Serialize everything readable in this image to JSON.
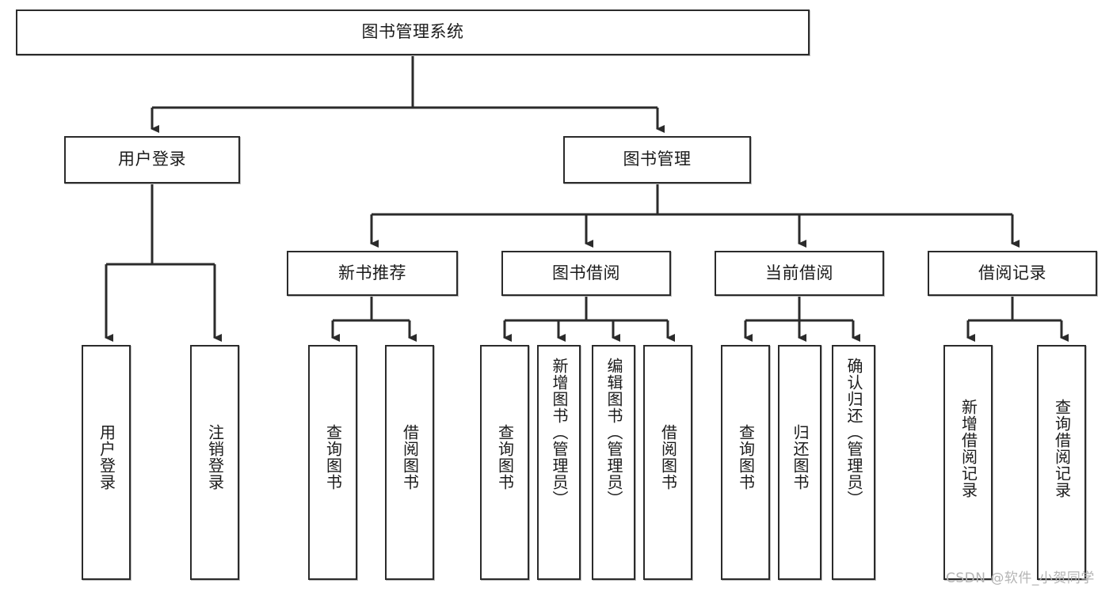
{
  "diagram": {
    "title": "图书管理系统",
    "type": "tree-hierarchy",
    "watermark": "CSDN @软件_小贺同学",
    "colors": {
      "box_border": "#2b2b2b",
      "box_fill": "#ffffff",
      "connector": "#2b2b2b",
      "text": "#1b1b1b",
      "watermark": "#b4b4b4",
      "background": "#ffffff"
    }
  },
  "nodes": {
    "root": {
      "label": "图书管理系统"
    },
    "level2": [
      {
        "id": "user-login",
        "label": "用户登录"
      },
      {
        "id": "book-manage",
        "label": "图书管理"
      }
    ],
    "level3": [
      {
        "id": "new-book-recommend",
        "label": "新书推荐"
      },
      {
        "id": "book-borrow",
        "label": "图书借阅"
      },
      {
        "id": "current-borrow",
        "label": "当前借阅"
      },
      {
        "id": "borrow-record",
        "label": "借阅记录"
      }
    ],
    "leaves": {
      "user-login": [
        {
          "id": "leaf-user-login",
          "label": "用户登录"
        },
        {
          "id": "leaf-logout",
          "label": "注销登录"
        }
      ],
      "new-book-recommend": [
        {
          "id": "leaf-query-book-1",
          "label": "查询图书"
        },
        {
          "id": "leaf-borrow-book-1",
          "label": "借阅图书"
        }
      ],
      "book-borrow": [
        {
          "id": "leaf-query-book-2",
          "label": "查询图书"
        },
        {
          "id": "leaf-add-book",
          "label": "新增图书（管理员）"
        },
        {
          "id": "leaf-edit-book",
          "label": "编辑图书（管理员）"
        },
        {
          "id": "leaf-borrow-book-2",
          "label": "借阅图书"
        }
      ],
      "current-borrow": [
        {
          "id": "leaf-query-book-3",
          "label": "查询图书"
        },
        {
          "id": "leaf-return-book",
          "label": "归还图书"
        },
        {
          "id": "leaf-confirm-return",
          "label": "确认归还（管理员）"
        }
      ],
      "borrow-record": [
        {
          "id": "leaf-add-record",
          "label": "新增借阅记录"
        },
        {
          "id": "leaf-query-record",
          "label": "查询借阅记录"
        }
      ]
    }
  },
  "chart_data": {
    "type": "tree",
    "title": "图书管理系统",
    "root": "图书管理系统",
    "edges": [
      [
        "图书管理系统",
        "用户登录"
      ],
      [
        "图书管理系统",
        "图书管理"
      ],
      [
        "用户登录",
        "用户登录"
      ],
      [
        "用户登录",
        "注销登录"
      ],
      [
        "图书管理",
        "新书推荐"
      ],
      [
        "图书管理",
        "图书借阅"
      ],
      [
        "图书管理",
        "当前借阅"
      ],
      [
        "图书管理",
        "借阅记录"
      ],
      [
        "新书推荐",
        "查询图书"
      ],
      [
        "新书推荐",
        "借阅图书"
      ],
      [
        "图书借阅",
        "查询图书"
      ],
      [
        "图书借阅",
        "新增图书（管理员）"
      ],
      [
        "图书借阅",
        "编辑图书（管理员）"
      ],
      [
        "图书借阅",
        "借阅图书"
      ],
      [
        "当前借阅",
        "查询图书"
      ],
      [
        "当前借阅",
        "归还图书"
      ],
      [
        "当前借阅",
        "确认归还（管理员）"
      ],
      [
        "借阅记录",
        "新增借阅记录"
      ],
      [
        "借阅记录",
        "查询借阅记录"
      ]
    ],
    "depth": 4,
    "node_count": 20
  }
}
